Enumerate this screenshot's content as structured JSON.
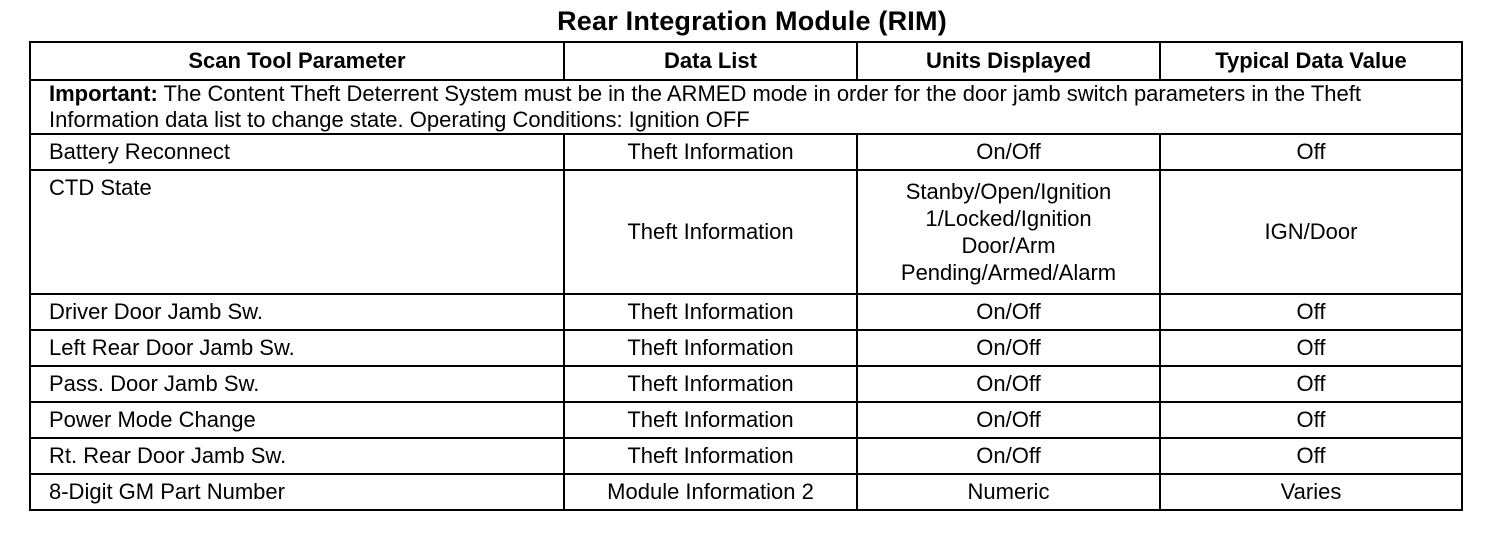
{
  "title": "Rear Integration Module (RIM)",
  "columns": [
    "Scan Tool Parameter",
    "Data List",
    "Units Displayed",
    "Typical Data Value"
  ],
  "note": {
    "label": "Important:",
    "text": " The Content Theft Deterrent System must be in the ARMED mode in order for the door jamb switch parameters in the Theft Information data list to change state. Operating Conditions: Ignition OFF"
  },
  "rows": [
    {
      "parameter": "Battery Reconnect",
      "data_list": "Theft Information",
      "units": "On/Off",
      "typical": "Off"
    },
    {
      "parameter": "CTD State",
      "data_list": "Theft Information",
      "units": "Stanby/Open/Ignition 1/Locked/Ignition Door/Arm Pending/Armed/Alarm",
      "typical": "IGN/Door"
    },
    {
      "parameter": "Driver Door Jamb Sw.",
      "data_list": "Theft Information",
      "units": "On/Off",
      "typical": "Off"
    },
    {
      "parameter": "Left Rear Door Jamb Sw.",
      "data_list": "Theft Information",
      "units": "On/Off",
      "typical": "Off"
    },
    {
      "parameter": "Pass. Door Jamb Sw.",
      "data_list": "Theft Information",
      "units": "On/Off",
      "typical": "Off"
    },
    {
      "parameter": "Power Mode Change",
      "data_list": "Theft Information",
      "units": "On/Off",
      "typical": "Off"
    },
    {
      "parameter": "Rt. Rear Door Jamb Sw.",
      "data_list": "Theft Information",
      "units": "On/Off",
      "typical": "Off"
    },
    {
      "parameter": "8-Digit GM Part Number",
      "data_list": "Module Information 2",
      "units": "Numeric",
      "typical": "Varies"
    }
  ]
}
